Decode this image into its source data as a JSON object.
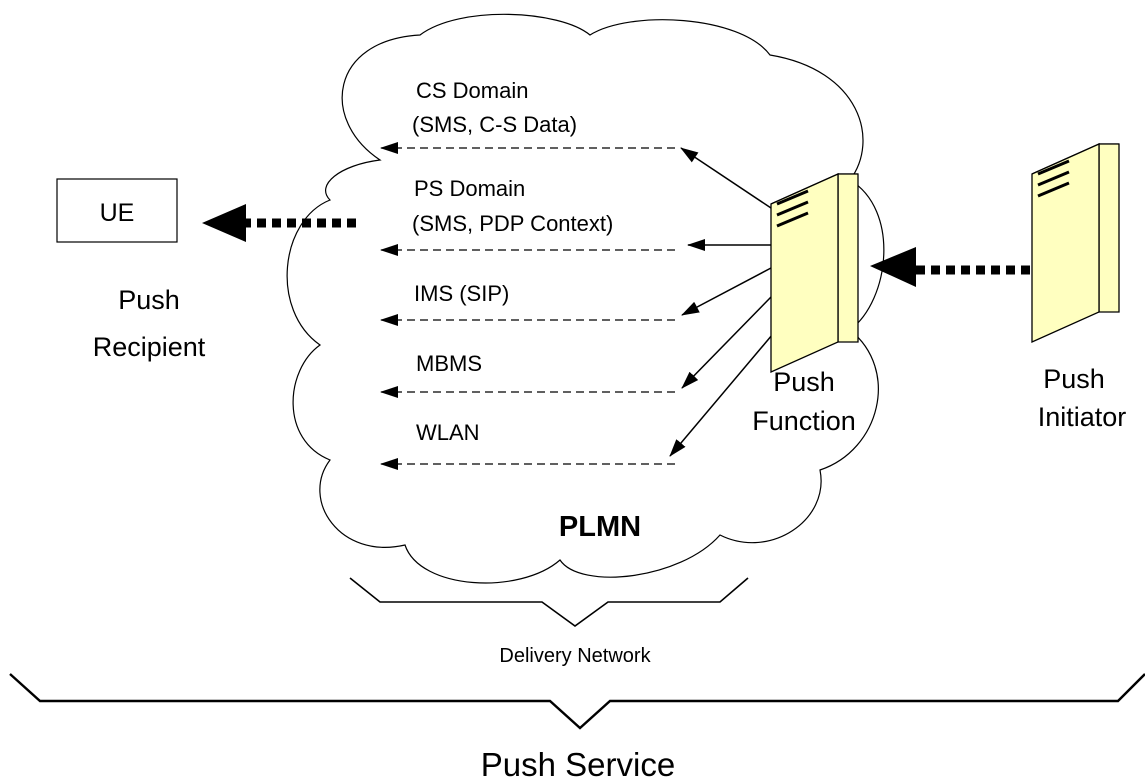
{
  "ue": {
    "label": "UE"
  },
  "push_recipient": {
    "line1": "Push",
    "line2": "Recipient"
  },
  "push_function": {
    "line1": "Push",
    "line2": "Function"
  },
  "push_initiator": {
    "line1": "Push",
    "line2": "Initiator"
  },
  "plmn": {
    "label": "PLMN"
  },
  "domains": [
    {
      "line1": "CS Domain",
      "line2": "(SMS, C-S Data)"
    },
    {
      "line1": "PS Domain",
      "line2": "(SMS, PDP Context)"
    },
    {
      "line1": "IMS (SIP)",
      "line2": ""
    },
    {
      "line1": "MBMS",
      "line2": ""
    },
    {
      "line1": "WLAN",
      "line2": ""
    }
  ],
  "delivery_network": {
    "label": "Delivery Network"
  },
  "push_service": {
    "label": "Push Service"
  },
  "colors": {
    "server_fill": "#ffffc0",
    "server_stroke": "#000000",
    "line": "#000000"
  },
  "icons": {
    "server": "server-tower-icon"
  }
}
